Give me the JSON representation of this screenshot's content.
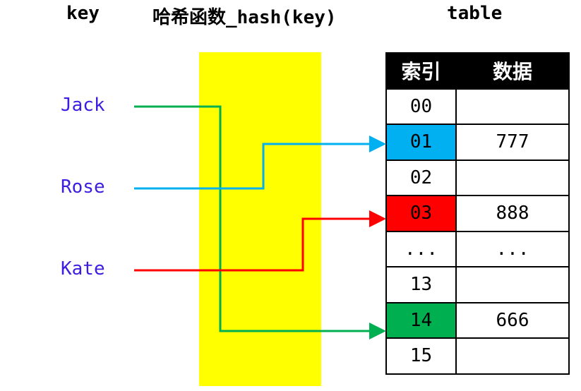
{
  "headers": {
    "key": "key",
    "hash": "哈希函数_hash(key)",
    "table": "table"
  },
  "keys": [
    "Jack",
    "Rose",
    "Kate"
  ],
  "table": {
    "columns": [
      "索引",
      "数据"
    ],
    "rows": [
      [
        "00",
        ""
      ],
      [
        "01",
        "777"
      ],
      [
        "02",
        ""
      ],
      [
        "03",
        "888"
      ],
      [
        "...",
        "..."
      ],
      [
        "13",
        ""
      ],
      [
        "14",
        "666"
      ],
      [
        "15",
        ""
      ]
    ]
  },
  "colors": {
    "jack": "#00b050",
    "rose": "#00b0f0",
    "kate": "#ff0000",
    "hash_box": "#ffff00"
  }
}
